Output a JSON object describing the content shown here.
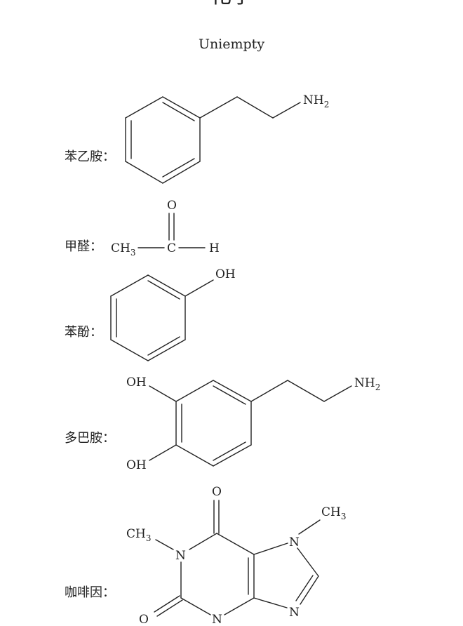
{
  "document": {
    "title_fragment": "化学",
    "author": "Uniempty"
  },
  "compounds": [
    {
      "label": "苯乙胺：",
      "atoms": {
        "amine": "NH",
        "amine_sub": "2"
      }
    },
    {
      "label": "甲醛：",
      "atoms": {
        "methyl": "CH",
        "methyl_sub": "3",
        "carbon": "C",
        "oxygen": "O",
        "hydrogen": "H"
      }
    },
    {
      "label": "苯酚：",
      "atoms": {
        "hydroxyl": "OH"
      }
    },
    {
      "label": "多巴胺：",
      "atoms": {
        "hydroxyl_top": "OH",
        "hydroxyl_bottom": "OH",
        "amine": "NH",
        "amine_sub": "2"
      }
    },
    {
      "label": "咖啡因：",
      "atoms": {
        "oxygen_top": "O",
        "oxygen_bottom": "O",
        "methyl_left": "CH",
        "methyl_left_sub": "3",
        "methyl_right": "CH",
        "methyl_right_sub": "3",
        "n1": "N",
        "n3": "N",
        "n7": "N",
        "n9": "N"
      }
    }
  ]
}
